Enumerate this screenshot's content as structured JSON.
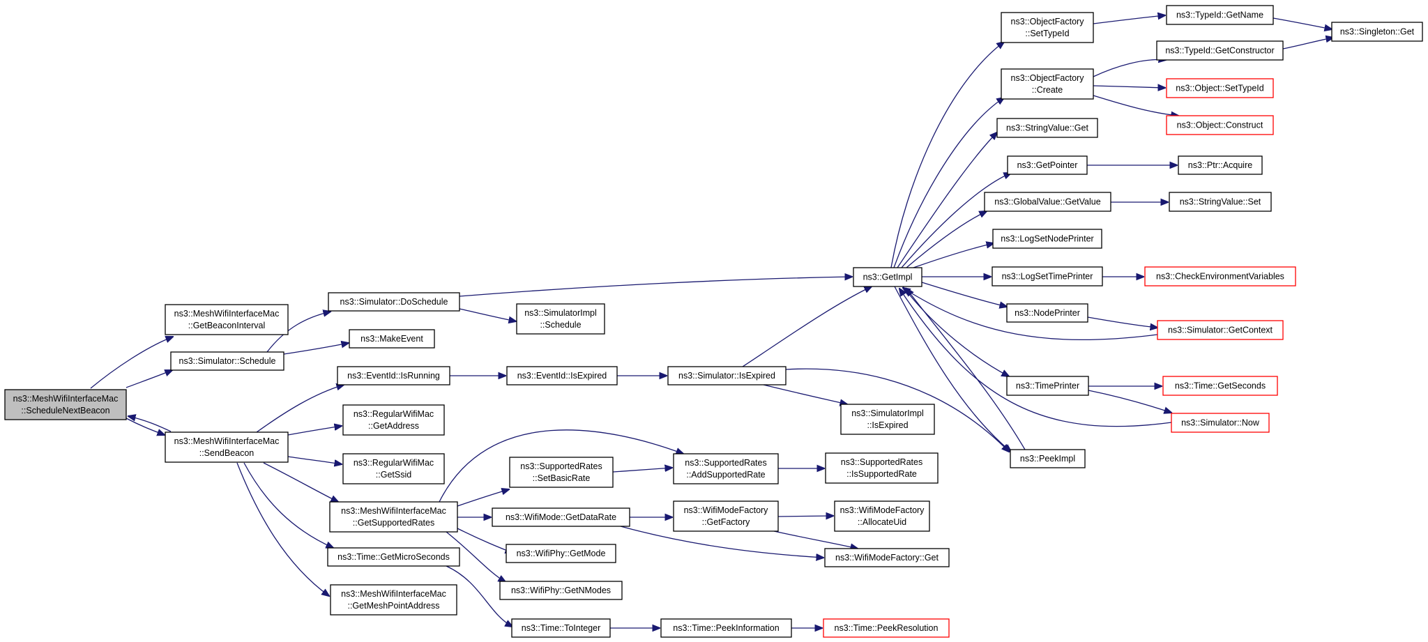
{
  "diagram": {
    "colors": {
      "edge": "#191970",
      "root_fill": "#bfbfbf",
      "node_border": "#000000",
      "truncated_border": "#ff0000"
    },
    "nodes": [
      {
        "id": "root",
        "lines": [
          "ns3::MeshWifiInterfaceMac",
          "::ScheduleNextBeacon"
        ],
        "style": "root"
      },
      {
        "id": "getBeaconInterval",
        "lines": [
          "ns3::MeshWifiInterfaceMac",
          "::GetBeaconInterval"
        ],
        "style": "normal"
      },
      {
        "id": "simSchedule",
        "lines": [
          "ns3::Simulator::Schedule"
        ],
        "style": "normal"
      },
      {
        "id": "sendBeacon",
        "lines": [
          "ns3::MeshWifiInterfaceMac",
          "::SendBeacon"
        ],
        "style": "normal"
      },
      {
        "id": "doSchedule",
        "lines": [
          "ns3::Simulator::DoSchedule"
        ],
        "style": "normal"
      },
      {
        "id": "makeEvent",
        "lines": [
          "ns3::MakeEvent"
        ],
        "style": "normal"
      },
      {
        "id": "simImplSchedule",
        "lines": [
          "ns3::SimulatorImpl",
          "::Schedule"
        ],
        "style": "normal"
      },
      {
        "id": "eventIdIsRunning",
        "lines": [
          "ns3::EventId::IsRunning"
        ],
        "style": "normal"
      },
      {
        "id": "getAddress",
        "lines": [
          "ns3::RegularWifiMac",
          "::GetAddress"
        ],
        "style": "normal"
      },
      {
        "id": "getSsid",
        "lines": [
          "ns3::RegularWifiMac",
          "::GetSsid"
        ],
        "style": "normal"
      },
      {
        "id": "getSupportedRates",
        "lines": [
          "ns3::MeshWifiInterfaceMac",
          "::GetSupportedRates"
        ],
        "style": "normal"
      },
      {
        "id": "getMicroSeconds",
        "lines": [
          "ns3::Time::GetMicroSeconds"
        ],
        "style": "normal"
      },
      {
        "id": "getMeshPointAddress",
        "lines": [
          "ns3::MeshWifiInterfaceMac",
          "::GetMeshPointAddress"
        ],
        "style": "normal"
      },
      {
        "id": "eventIdIsExpired",
        "lines": [
          "ns3::EventId::IsExpired"
        ],
        "style": "normal"
      },
      {
        "id": "setBasicRate",
        "lines": [
          "ns3::SupportedRates",
          "::SetBasicRate"
        ],
        "style": "normal"
      },
      {
        "id": "getDataRate",
        "lines": [
          "ns3::WifiMode::GetDataRate"
        ],
        "style": "normal"
      },
      {
        "id": "wifiPhyGetMode",
        "lines": [
          "ns3::WifiPhy::GetMode"
        ],
        "style": "normal"
      },
      {
        "id": "wifiPhyGetNModes",
        "lines": [
          "ns3::WifiPhy::GetNModes"
        ],
        "style": "normal"
      },
      {
        "id": "timeToInteger",
        "lines": [
          "ns3::Time::ToInteger"
        ],
        "style": "normal"
      },
      {
        "id": "simIsExpired",
        "lines": [
          "ns3::Simulator::IsExpired"
        ],
        "style": "normal"
      },
      {
        "id": "addSupportedRate",
        "lines": [
          "ns3::SupportedRates",
          "::AddSupportedRate"
        ],
        "style": "normal"
      },
      {
        "id": "wmfGetFactory",
        "lines": [
          "ns3::WifiModeFactory",
          "::GetFactory"
        ],
        "style": "normal"
      },
      {
        "id": "peekInformation",
        "lines": [
          "ns3::Time::PeekInformation"
        ],
        "style": "normal"
      },
      {
        "id": "getImpl",
        "lines": [
          "ns3::GetImpl"
        ],
        "style": "normal"
      },
      {
        "id": "simImplIsExpired",
        "lines": [
          "ns3::SimulatorImpl",
          "::IsExpired"
        ],
        "style": "normal"
      },
      {
        "id": "isSupportedRate",
        "lines": [
          "ns3::SupportedRates",
          "::IsSupportedRate"
        ],
        "style": "normal"
      },
      {
        "id": "allocateUid",
        "lines": [
          "ns3::WifiModeFactory",
          "::AllocateUid"
        ],
        "style": "normal"
      },
      {
        "id": "wmfGet",
        "lines": [
          "ns3::WifiModeFactory::Get"
        ],
        "style": "normal"
      },
      {
        "id": "peekResolution",
        "lines": [
          "ns3::Time::PeekResolution"
        ],
        "style": "truncated"
      },
      {
        "id": "ofSetTypeId",
        "lines": [
          "ns3::ObjectFactory",
          "::SetTypeId"
        ],
        "style": "normal"
      },
      {
        "id": "ofCreate",
        "lines": [
          "ns3::ObjectFactory",
          "::Create"
        ],
        "style": "normal"
      },
      {
        "id": "stringValueGet",
        "lines": [
          "ns3::StringValue::Get"
        ],
        "style": "normal"
      },
      {
        "id": "getPointer",
        "lines": [
          "ns3::GetPointer"
        ],
        "style": "normal"
      },
      {
        "id": "globalValueGetValue",
        "lines": [
          "ns3::GlobalValue::GetValue"
        ],
        "style": "normal"
      },
      {
        "id": "logSetNodePrinter",
        "lines": [
          "ns3::LogSetNodePrinter"
        ],
        "style": "normal"
      },
      {
        "id": "logSetTimePrinter",
        "lines": [
          "ns3::LogSetTimePrinter"
        ],
        "style": "normal"
      },
      {
        "id": "nodePrinter",
        "lines": [
          "ns3::NodePrinter"
        ],
        "style": "normal"
      },
      {
        "id": "timePrinter",
        "lines": [
          "ns3::TimePrinter"
        ],
        "style": "normal"
      },
      {
        "id": "peekImpl",
        "lines": [
          "ns3::PeekImpl"
        ],
        "style": "normal"
      },
      {
        "id": "typeIdGetName",
        "lines": [
          "ns3::TypeId::GetName"
        ],
        "style": "normal"
      },
      {
        "id": "typeIdGetConstructor",
        "lines": [
          "ns3::TypeId::GetConstructor"
        ],
        "style": "normal"
      },
      {
        "id": "objectSetTypeId",
        "lines": [
          "ns3::Object::SetTypeId"
        ],
        "style": "truncated"
      },
      {
        "id": "objectConstruct",
        "lines": [
          "ns3::Object::Construct"
        ],
        "style": "truncated"
      },
      {
        "id": "ptrAcquire",
        "lines": [
          "ns3::Ptr::Acquire"
        ],
        "style": "normal"
      },
      {
        "id": "stringValueSet",
        "lines": [
          "ns3::StringValue::Set"
        ],
        "style": "normal"
      },
      {
        "id": "checkEnvVars",
        "lines": [
          "ns3::CheckEnvironmentVariables"
        ],
        "style": "truncated"
      },
      {
        "id": "simGetContext",
        "lines": [
          "ns3::Simulator::GetContext"
        ],
        "style": "truncated"
      },
      {
        "id": "timeGetSeconds",
        "lines": [
          "ns3::Time::GetSeconds"
        ],
        "style": "truncated"
      },
      {
        "id": "simNow",
        "lines": [
          "ns3::Simulator::Now"
        ],
        "style": "truncated"
      },
      {
        "id": "singletonGet",
        "lines": [
          "ns3::Singleton::Get"
        ],
        "style": "normal"
      }
    ],
    "edges": [
      [
        "root",
        "getBeaconInterval"
      ],
      [
        "root",
        "simSchedule"
      ],
      [
        "root",
        "sendBeacon"
      ],
      [
        "sendBeacon",
        "root"
      ],
      [
        "simSchedule",
        "doSchedule"
      ],
      [
        "simSchedule",
        "makeEvent"
      ],
      [
        "doSchedule",
        "getImpl"
      ],
      [
        "doSchedule",
        "simImplSchedule"
      ],
      [
        "sendBeacon",
        "eventIdIsRunning"
      ],
      [
        "sendBeacon",
        "getAddress"
      ],
      [
        "sendBeacon",
        "getSsid"
      ],
      [
        "sendBeacon",
        "getSupportedRates"
      ],
      [
        "sendBeacon",
        "getMicroSeconds"
      ],
      [
        "sendBeacon",
        "getMeshPointAddress"
      ],
      [
        "eventIdIsRunning",
        "eventIdIsExpired"
      ],
      [
        "eventIdIsExpired",
        "simIsExpired"
      ],
      [
        "simIsExpired",
        "getImpl"
      ],
      [
        "simIsExpired",
        "simImplIsExpired"
      ],
      [
        "simIsExpired",
        "peekImpl"
      ],
      [
        "getSupportedRates",
        "addSupportedRate"
      ],
      [
        "getSupportedRates",
        "setBasicRate"
      ],
      [
        "getSupportedRates",
        "getDataRate"
      ],
      [
        "getSupportedRates",
        "wifiPhyGetMode"
      ],
      [
        "getSupportedRates",
        "wifiPhyGetNModes"
      ],
      [
        "setBasicRate",
        "addSupportedRate"
      ],
      [
        "addSupportedRate",
        "isSupportedRate"
      ],
      [
        "getDataRate",
        "wmfGetFactory"
      ],
      [
        "getDataRate",
        "wmfGet"
      ],
      [
        "wmfGetFactory",
        "allocateUid"
      ],
      [
        "wmfGetFactory",
        "wmfGet"
      ],
      [
        "getMicroSeconds",
        "timeToInteger"
      ],
      [
        "timeToInteger",
        "peekInformation"
      ],
      [
        "peekInformation",
        "peekResolution"
      ],
      [
        "getImpl",
        "ofSetTypeId"
      ],
      [
        "getImpl",
        "ofCreate"
      ],
      [
        "getImpl",
        "stringValueGet"
      ],
      [
        "getImpl",
        "getPointer"
      ],
      [
        "getImpl",
        "globalValueGetValue"
      ],
      [
        "getImpl",
        "logSetNodePrinter"
      ],
      [
        "getImpl",
        "logSetTimePrinter"
      ],
      [
        "getImpl",
        "nodePrinter"
      ],
      [
        "getImpl",
        "timePrinter"
      ],
      [
        "getImpl",
        "peekImpl"
      ],
      [
        "ofSetTypeId",
        "typeIdGetName"
      ],
      [
        "ofCreate",
        "typeIdGetConstructor"
      ],
      [
        "ofCreate",
        "objectSetTypeId"
      ],
      [
        "ofCreate",
        "objectConstruct"
      ],
      [
        "typeIdGetName",
        "singletonGet"
      ],
      [
        "typeIdGetConstructor",
        "singletonGet"
      ],
      [
        "getPointer",
        "ptrAcquire"
      ],
      [
        "globalValueGetValue",
        "stringValueSet"
      ],
      [
        "logSetTimePrinter",
        "checkEnvVars"
      ],
      [
        "nodePrinter",
        "simGetContext"
      ],
      [
        "simGetContext",
        "getImpl"
      ],
      [
        "timePrinter",
        "timeGetSeconds"
      ],
      [
        "timePrinter",
        "simNow"
      ],
      [
        "simNow",
        "getImpl"
      ],
      [
        "peekImpl",
        "getImpl"
      ]
    ]
  }
}
